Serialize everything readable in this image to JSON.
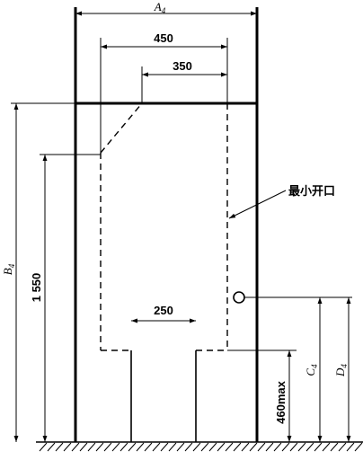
{
  "dimensions": {
    "a4": {
      "symbol": "A",
      "subscript": "4"
    },
    "b4": {
      "symbol": "B",
      "subscript": "4"
    },
    "c4": {
      "symbol": "C",
      "subscript": "4"
    },
    "d4": {
      "symbol": "D",
      "subscript": "4"
    },
    "width_450": "450",
    "width_350": "350",
    "width_250": "250",
    "height_1550": "1 550",
    "height_460max": "460max"
  },
  "annotations": {
    "minimum_opening": "最小开口"
  }
}
